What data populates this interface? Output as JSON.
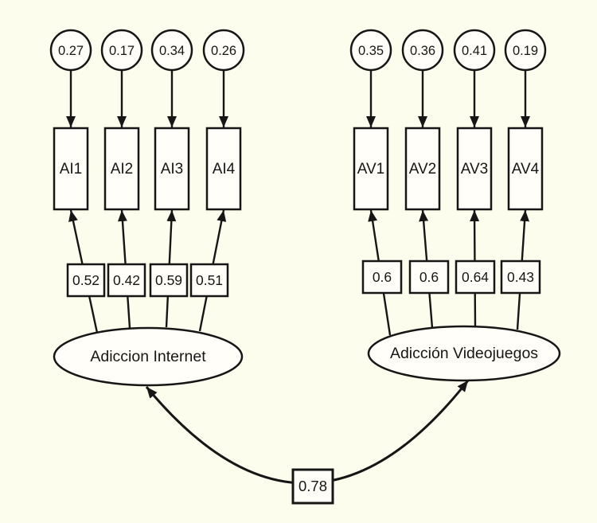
{
  "model": {
    "factors": [
      {
        "label": "Adiccion Internet",
        "indicators": [
          {
            "name": "AI1",
            "error": "0.27",
            "loading": "0.52"
          },
          {
            "name": "AI2",
            "error": "0.17",
            "loading": "0.42"
          },
          {
            "name": "AI3",
            "error": "0.34",
            "loading": "0.59"
          },
          {
            "name": "AI4",
            "error": "0.26",
            "loading": "0.51"
          }
        ]
      },
      {
        "label": "Adicción Videojuegos",
        "indicators": [
          {
            "name": "AV1",
            "error": "0.35",
            "loading": "0.6"
          },
          {
            "name": "AV2",
            "error": "0.36",
            "loading": "0.6"
          },
          {
            "name": "AV3",
            "error": "0.41",
            "loading": "0.64"
          },
          {
            "name": "AV4",
            "error": "0.19",
            "loading": "0.43"
          }
        ]
      }
    ],
    "correlation": "0.78"
  },
  "colors": {
    "background": "#fcfdec",
    "stroke": "#161616",
    "shape_fill": "#fffef8"
  }
}
